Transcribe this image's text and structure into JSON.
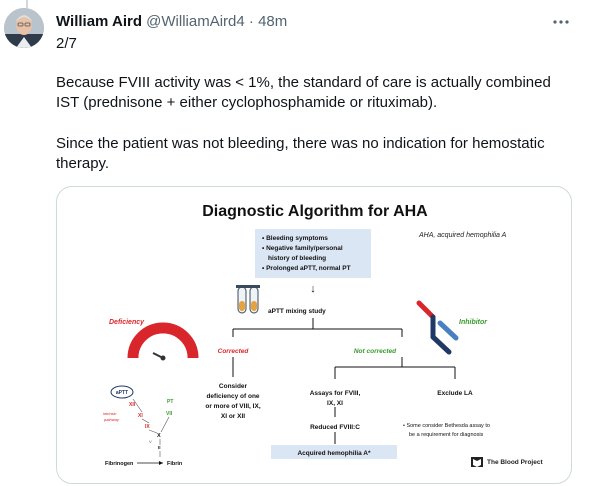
{
  "tweet": {
    "author_name": "William Aird",
    "author_handle": "@WilliamAird4",
    "separator": "·",
    "time": "48m",
    "thread_position": "2/7",
    "paragraph_1": "Because FVIII activity was < 1%, the standard of care is actually combined IST (prednisone + either cyclophosphamide or rituximab).",
    "paragraph_2": "Since the patient was not bleeding, there was no indication for hemostatic therapy."
  },
  "figure": {
    "title": "Diagnostic Algorithm for AHA",
    "abbreviation_note": "AHA, acquired hemophilia A",
    "presentation": [
      "• Bleeding symptoms",
      "• Negative family/personal",
      "history of bleeding",
      "• Prolonged aPTT, normal PT"
    ],
    "arrow_glyph": "↓",
    "mixing_study": "aPTT mixing study",
    "deficiency_label": "Deficiency",
    "inhibitor_label": "Inhibitor",
    "corrected_label": "Corrected",
    "not_corrected_label": "Not corrected",
    "consider_deficiency": [
      "Consider",
      "deficiency of one",
      "or more of VIII, IX,",
      "XI or XII"
    ],
    "assays": [
      "Assays for FVIII,",
      "IX, XI"
    ],
    "reduced": "Reduced FVIII:C",
    "acquired": "Acquired hemophilia A*",
    "exclude_la": "Exclude LA",
    "footnote": [
      "• Some consider Bethesda assay to",
      "be a requirement for diagnosis"
    ],
    "cascade": {
      "aptt": "aPTT",
      "intrinsic": [
        "intrinsic",
        "pathway"
      ],
      "pt": "PT",
      "xii": "XII",
      "xi": "XI",
      "ix": "IX",
      "vii": "VII",
      "x": "X",
      "v": "V",
      "ii": "II",
      "fibrinogen": "Fibrinogen",
      "fibrin": "Fibrin"
    },
    "logo_text": "The Blood Project"
  },
  "colors": {
    "red": "#d9262b",
    "green": "#3a9a2e",
    "navy": "#1f3864",
    "highlight": "#dbe6f4",
    "muted": "#536471"
  }
}
